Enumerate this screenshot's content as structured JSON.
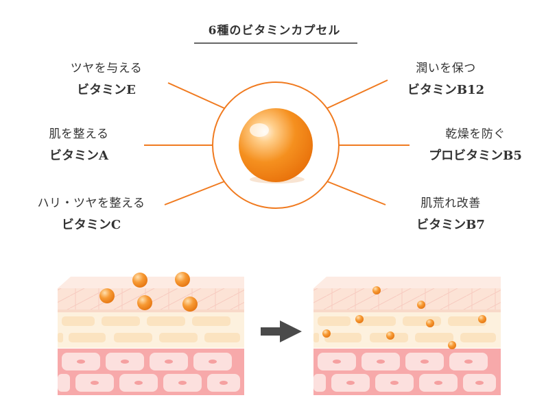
{
  "title": "6種のビタミンカプセル",
  "labels": [
    {
      "id": "vit-e",
      "main": "ツヤを与える",
      "sub": "ビタミンE"
    },
    {
      "id": "vit-a",
      "main": "肌を整える",
      "sub": "ビタミンA"
    },
    {
      "id": "vit-c",
      "main": "ハリ・ツヤを整える",
      "sub": "ビタミンC"
    },
    {
      "id": "vit-b12",
      "main": "潤いを保つ",
      "sub": "ビタミンB12"
    },
    {
      "id": "vit-b5",
      "main": "乾燥を防ぐ",
      "sub": "プロビタミンB5"
    },
    {
      "id": "vit-b7",
      "main": "肌荒れ改善",
      "sub": "ビタミンB7"
    }
  ],
  "colors": {
    "accent": "#f07a1f",
    "capsule_light": "#ffc37a",
    "capsule_dark": "#ee7410",
    "skin_top": "#fce3d6",
    "skin_mid": "#fbe6c8",
    "skin_bottom": "#f9b8b8",
    "arrow": "#4a4a4a"
  }
}
